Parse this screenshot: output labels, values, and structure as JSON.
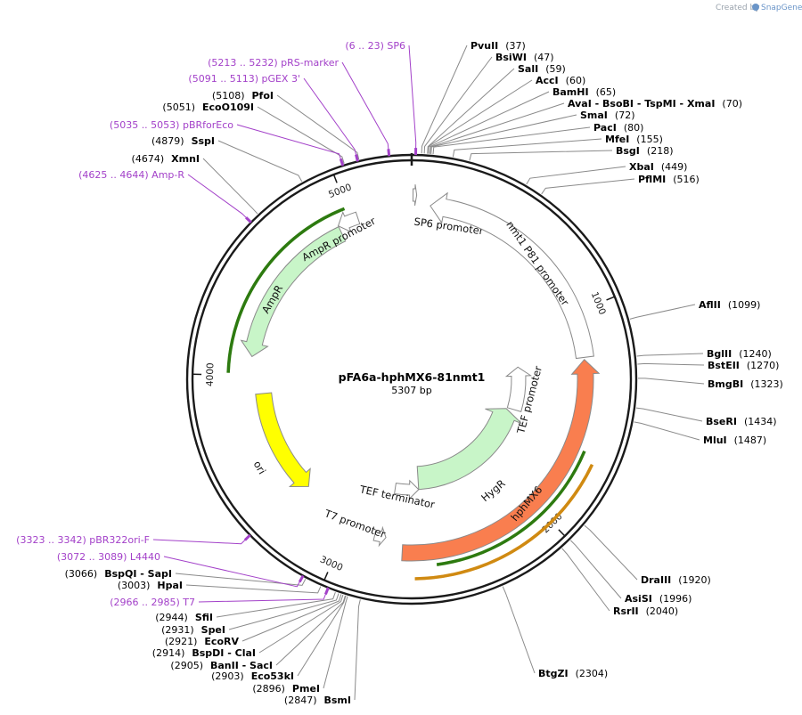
{
  "credit": {
    "prefix": "Created by",
    "brand": "SnapGene"
  },
  "map": {
    "name": "pFA6a-hphMX6-81nmt1",
    "length_label": "5307 bp",
    "length": 5307
  },
  "ticks": [
    {
      "pos": 1000,
      "label": "1000"
    },
    {
      "pos": 2000,
      "label": "2000"
    },
    {
      "pos": 3000,
      "label": "3000"
    },
    {
      "pos": 4000,
      "label": "4000"
    },
    {
      "pos": 5000,
      "label": "5000"
    }
  ],
  "features": [
    {
      "name": "SP6 promoter",
      "start": 6,
      "end": 23,
      "dir": "fwd",
      "color": "#ffffff"
    },
    {
      "name": "nmt1 P81 promoter",
      "start": 90,
      "end": 1220,
      "dir": "rev",
      "color": "#ffffff"
    },
    {
      "name": "TEF promoter",
      "start": 1230,
      "end": 1570,
      "dir": "rev",
      "color": "#ffffff"
    },
    {
      "name": "HygR",
      "start": 1580,
      "end": 2600,
      "dir": "rev",
      "color": "#c8f5c8"
    },
    {
      "name": "hphMX6",
      "start": 1230,
      "end": 2700,
      "dir": "rev",
      "color": "#f97e4f"
    },
    {
      "name": "TEF terminator",
      "start": 2600,
      "end": 2780,
      "dir": "rev",
      "color": "#ffffff"
    },
    {
      "name": "T7 promoter",
      "start": 2790,
      "end": 2850,
      "dir": "rev",
      "color": "#ffffff"
    },
    {
      "name": "ori",
      "start": 3300,
      "end": 3900,
      "dir": "rev",
      "color": "#ffff00"
    },
    {
      "name": "AmpR",
      "start": 4100,
      "end": 4930,
      "dir": "rev",
      "color": "#c8f5c8"
    },
    {
      "name": "AmpR promoter",
      "start": 4930,
      "end": 5035,
      "dir": "rev",
      "color": "#ffffff"
    }
  ],
  "enzymes_right": [
    {
      "name": "PvuII",
      "pos_label": "(37)"
    },
    {
      "name": "BsiWI",
      "pos_label": "(47)"
    },
    {
      "name": "SalI",
      "pos_label": "(59)"
    },
    {
      "name": "AccI",
      "pos_label": "(60)"
    },
    {
      "name": "BamHI",
      "pos_label": "(65)"
    },
    {
      "name": "AvaI - BsoBI - TspMI - XmaI",
      "pos_label": "(70)"
    },
    {
      "name": "SmaI",
      "pos_label": "(72)"
    },
    {
      "name": "PacI",
      "pos_label": "(80)"
    },
    {
      "name": "MfeI",
      "pos_label": "(155)"
    },
    {
      "name": "BsgI",
      "pos_label": "(218)"
    },
    {
      "name": "XbaI",
      "pos_label": "(449)"
    },
    {
      "name": "PflMI",
      "pos_label": "(516)"
    },
    {
      "name": "AflII",
      "pos_label": "(1099)"
    },
    {
      "name": "BglII",
      "pos_label": "(1240)"
    },
    {
      "name": "BstEII",
      "pos_label": "(1270)"
    },
    {
      "name": "BmgBI",
      "pos_label": "(1323)"
    },
    {
      "name": "BseRI",
      "pos_label": "(1434)"
    },
    {
      "name": "MluI",
      "pos_label": "(1487)"
    },
    {
      "name": "DraIII",
      "pos_label": "(1920)"
    },
    {
      "name": "AsiSI",
      "pos_label": "(1996)"
    },
    {
      "name": "RsrII",
      "pos_label": "(2040)"
    },
    {
      "name": "BtgZI",
      "pos_label": "(2304)"
    }
  ],
  "enzymes_left": [
    {
      "name": "PfoI",
      "pos_label": "(5108)"
    },
    {
      "name": "EcoO109I",
      "pos_label": "(5051)"
    },
    {
      "name": "SspI",
      "pos_label": "(4879)"
    },
    {
      "name": "XmnI",
      "pos_label": "(4674)"
    },
    {
      "name": "BspQI - SapI",
      "pos_label": "(3066)"
    },
    {
      "name": "HpaI",
      "pos_label": "(3003)"
    },
    {
      "name": "SfiI",
      "pos_label": "(2944)"
    },
    {
      "name": "SpeI",
      "pos_label": "(2931)"
    },
    {
      "name": "EcoRV",
      "pos_label": "(2921)"
    },
    {
      "name": "BspDI - ClaI",
      "pos_label": "(2914)"
    },
    {
      "name": "BanII - SacI",
      "pos_label": "(2905)"
    },
    {
      "name": "Eco53kI",
      "pos_label": "(2903)"
    },
    {
      "name": "PmeI",
      "pos_label": "(2896)"
    },
    {
      "name": "BsmI",
      "pos_label": "(2847)"
    }
  ],
  "primers": [
    {
      "label": "(6 .. 23)  SP6"
    },
    {
      "label": "(5213 .. 5232)  pRS-marker"
    },
    {
      "label": "(5091 .. 5113)  pGEX 3'"
    },
    {
      "label": "(5035 .. 5053)  pBRforEco"
    },
    {
      "label": "(4625 .. 4644)  Amp-R"
    },
    {
      "label": "(3323 .. 3342)  pBR322ori-F"
    },
    {
      "label": "(3072 .. 3089)  L4440"
    },
    {
      "label": "(2966 .. 2985)  T7"
    }
  ],
  "colors": {
    "primer": "#a341c9",
    "ring": "#1a1a1a",
    "line": "#8a8a8a"
  }
}
